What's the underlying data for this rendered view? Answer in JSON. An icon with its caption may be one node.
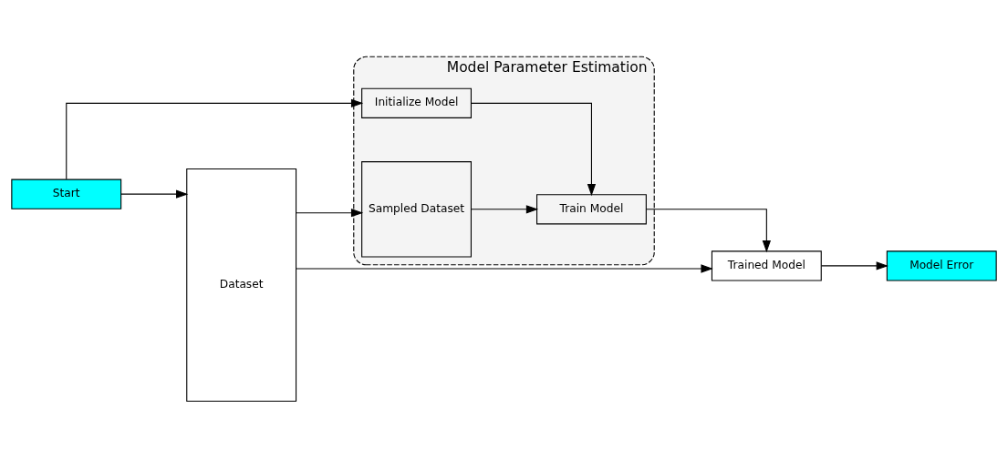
{
  "diagram": {
    "nodes": [
      {
        "text": [
          "Start"
        ]
      },
      {
        "text": [
          "Dataset"
        ]
      },
      {
        "text": [
          "Model Parameter Estimation"
        ]
      },
      {
        "text": [
          "Initialize Model"
        ],
        "in": 2
      },
      {
        "text": [
          "Sampled Dataset"
        ],
        "in": 2
      },
      {
        "text": [
          "Train Model"
        ],
        "in": 2
      },
      {
        "text": [
          "Trained Model"
        ]
      },
      {
        "text": [
          "Model Error"
        ]
      }
    ],
    "edges": [
      {
        "from": 0,
        "to": 1,
        "arrow": "to"
      },
      {
        "from": 0,
        "to": 3,
        "arrow": "to"
      },
      {
        "from": 3,
        "to": 5,
        "arrow": "to"
      },
      {
        "from": 1,
        "to": 4,
        "arrow": "to"
      },
      {
        "from": 4,
        "to": 5,
        "arrow": "to"
      },
      {
        "from": 5,
        "to": 6,
        "arrow": "to"
      },
      {
        "from": 1,
        "to": 6,
        "arrow": "to"
      },
      {
        "from": 6,
        "to": 7,
        "arrow": "to"
      }
    ]
  }
}
